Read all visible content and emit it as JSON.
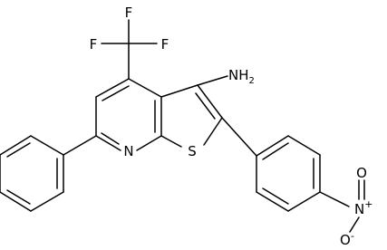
{
  "molecule": {
    "labels": {
      "f_top": "F",
      "f_left": "F",
      "f_right": "F",
      "amine_main": "NH",
      "amine_sub": "2",
      "pyridine_n": "N",
      "thiophene_s": "S",
      "nitro_n": "N",
      "nitro_n_charge": "+",
      "nitro_o_top": "O",
      "nitro_o_bottom": "O",
      "nitro_o_charge": "-"
    }
  }
}
